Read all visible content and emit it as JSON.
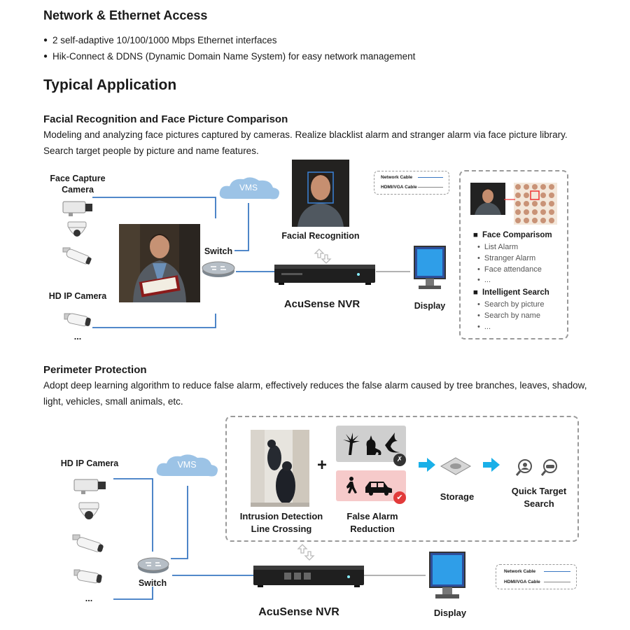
{
  "network": {
    "heading": "Network & Ethernet Access",
    "bullets": [
      "2 self-adaptive 10/100/1000 Mbps Ethernet interfaces",
      "Hik-Connect & DDNS (Dynamic Domain Name System) for easy network management"
    ]
  },
  "typical": {
    "heading": "Typical Application"
  },
  "facial": {
    "heading": "Facial Recognition and Face Picture Comparison",
    "desc_line1": "Modeling and analyzing face pictures captured by cameras. Realize blacklist alarm and stranger alarm via face picture library.",
    "desc_line2": "Search target people by picture and name features.",
    "face_capture_label_1": "Face Capture",
    "face_capture_label_2": "Camera",
    "hd_ip_camera_label": "HD IP Camera",
    "ellipsis": "...",
    "vms_label": "VMS",
    "switch_label": "Switch",
    "facial_recognition_label": "Facial Recognition",
    "nvr_label": "AcuSense NVR",
    "display_label": "Display",
    "legend": {
      "network_cable": "Network Cable",
      "hdmi_vga": "HDMI/VGA Cable"
    },
    "panel": {
      "face_comparison": "Face Comparisom",
      "face_items": [
        "List Alarm",
        "Stranger Alarm",
        "Face attendance",
        "..."
      ],
      "intelligent_search": "Intelligent Search",
      "search_items": [
        "Search by picture",
        "Search by name",
        "..."
      ]
    }
  },
  "perimeter": {
    "heading": "Perimeter Protection",
    "desc_line1": "Adopt deep learning algorithm to reduce false alarm, effectively reduces the false alarm caused by tree branches, leaves, shadow,",
    "desc_line2": "light, vehicles, small animals, etc.",
    "hd_ip_camera_label": "HD IP Camera",
    "ellipsis": "...",
    "vms_label": "VMS",
    "switch_label": "Switch",
    "intrusion_label_1": "Intrusion Detection",
    "intrusion_label_2": "Line Crossing",
    "plus": "+",
    "false_alarm_label_1": "False Alarm",
    "false_alarm_label_2": "Reduction",
    "storage_label": "Storage",
    "quick_search_label_1": "Quick Target",
    "quick_search_label_2": "Search",
    "nvr_label": "AcuSense NVR",
    "display_label": "Display",
    "legend": {
      "network_cable": "Network Cable",
      "hdmi_vga": "HDMI/VGA Cable"
    }
  },
  "colors": {
    "cable_blue": "#3a78c2",
    "vms_cloud": "#9cc3e6",
    "arrow_cyan": "#1ab0e8",
    "hdmi_gray": "#888888"
  }
}
